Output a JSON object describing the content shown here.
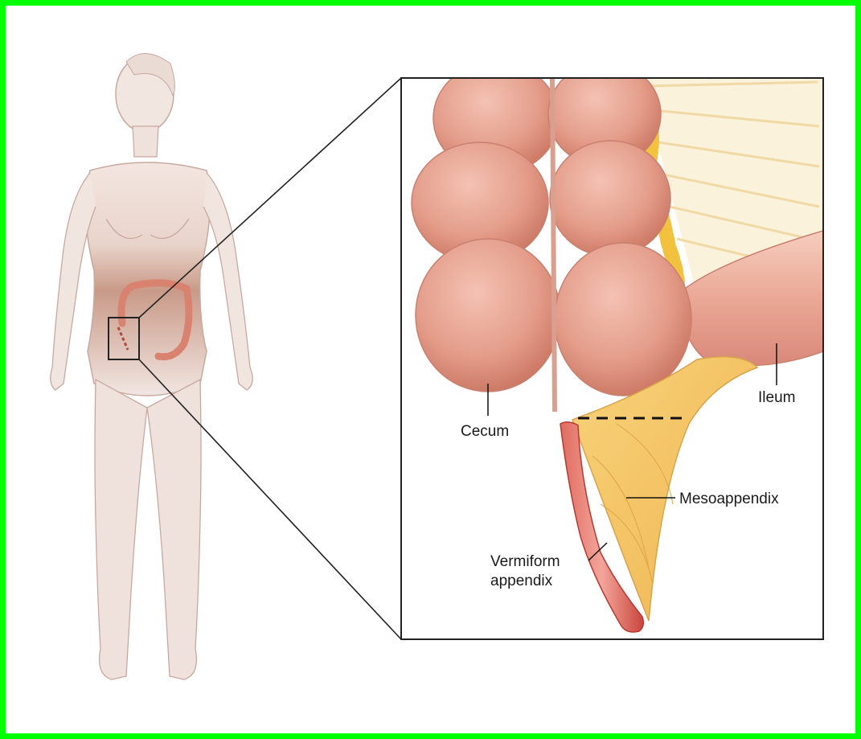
{
  "frame": {
    "border_color": "#00ff00",
    "background": "#ffffff"
  },
  "figure": {
    "skin_color": "#e8cfc5",
    "intestine_color": "#e9a391",
    "fat_color": "#f3c857",
    "appendix_color": "#d9534f",
    "labels": {
      "cecum": "Cecum",
      "ileum": "Ileum",
      "mesoappendix": "Mesoappendix",
      "vermiform_line1": "Vermiform",
      "vermiform_line2": "appendix"
    }
  }
}
